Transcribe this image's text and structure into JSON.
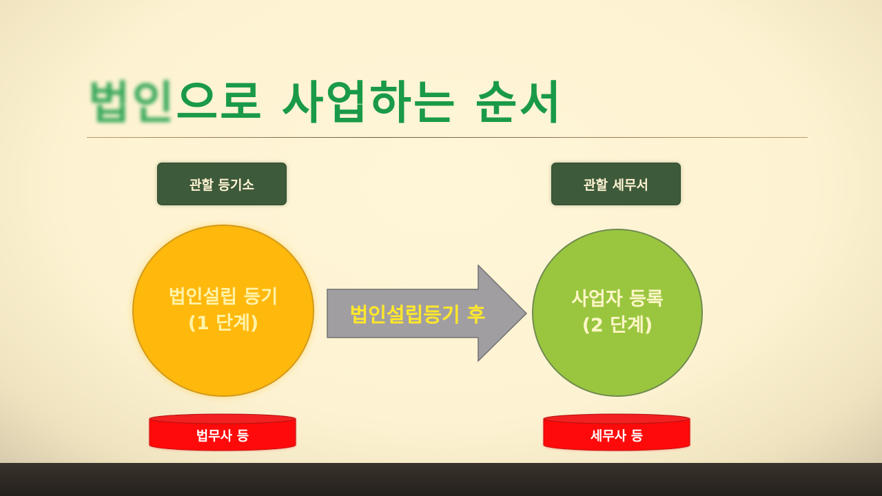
{
  "title": {
    "blurred": "법인",
    "rest": "으로 사업하는 순서"
  },
  "step1": {
    "office_label": "관할 등기소",
    "circle_line1": "법인설립 등기",
    "circle_line2": "(1 단계)",
    "agent_label": "법무사 등"
  },
  "arrow": {
    "label": "법인설립등기 후"
  },
  "step2": {
    "office_label": "관할 세무서",
    "circle_line1": "사업자 등록",
    "circle_line2": "(2 단계)",
    "agent_label": "세무사 등"
  },
  "colors": {
    "title": "#1a9a48",
    "office_box": "#3d5a3a",
    "circle1": "#ffb80c",
    "circle2": "#9ac63f",
    "arrow": "#a19ea2",
    "arrow_text": "#ffe82a",
    "pill": "#ff0a0a"
  }
}
